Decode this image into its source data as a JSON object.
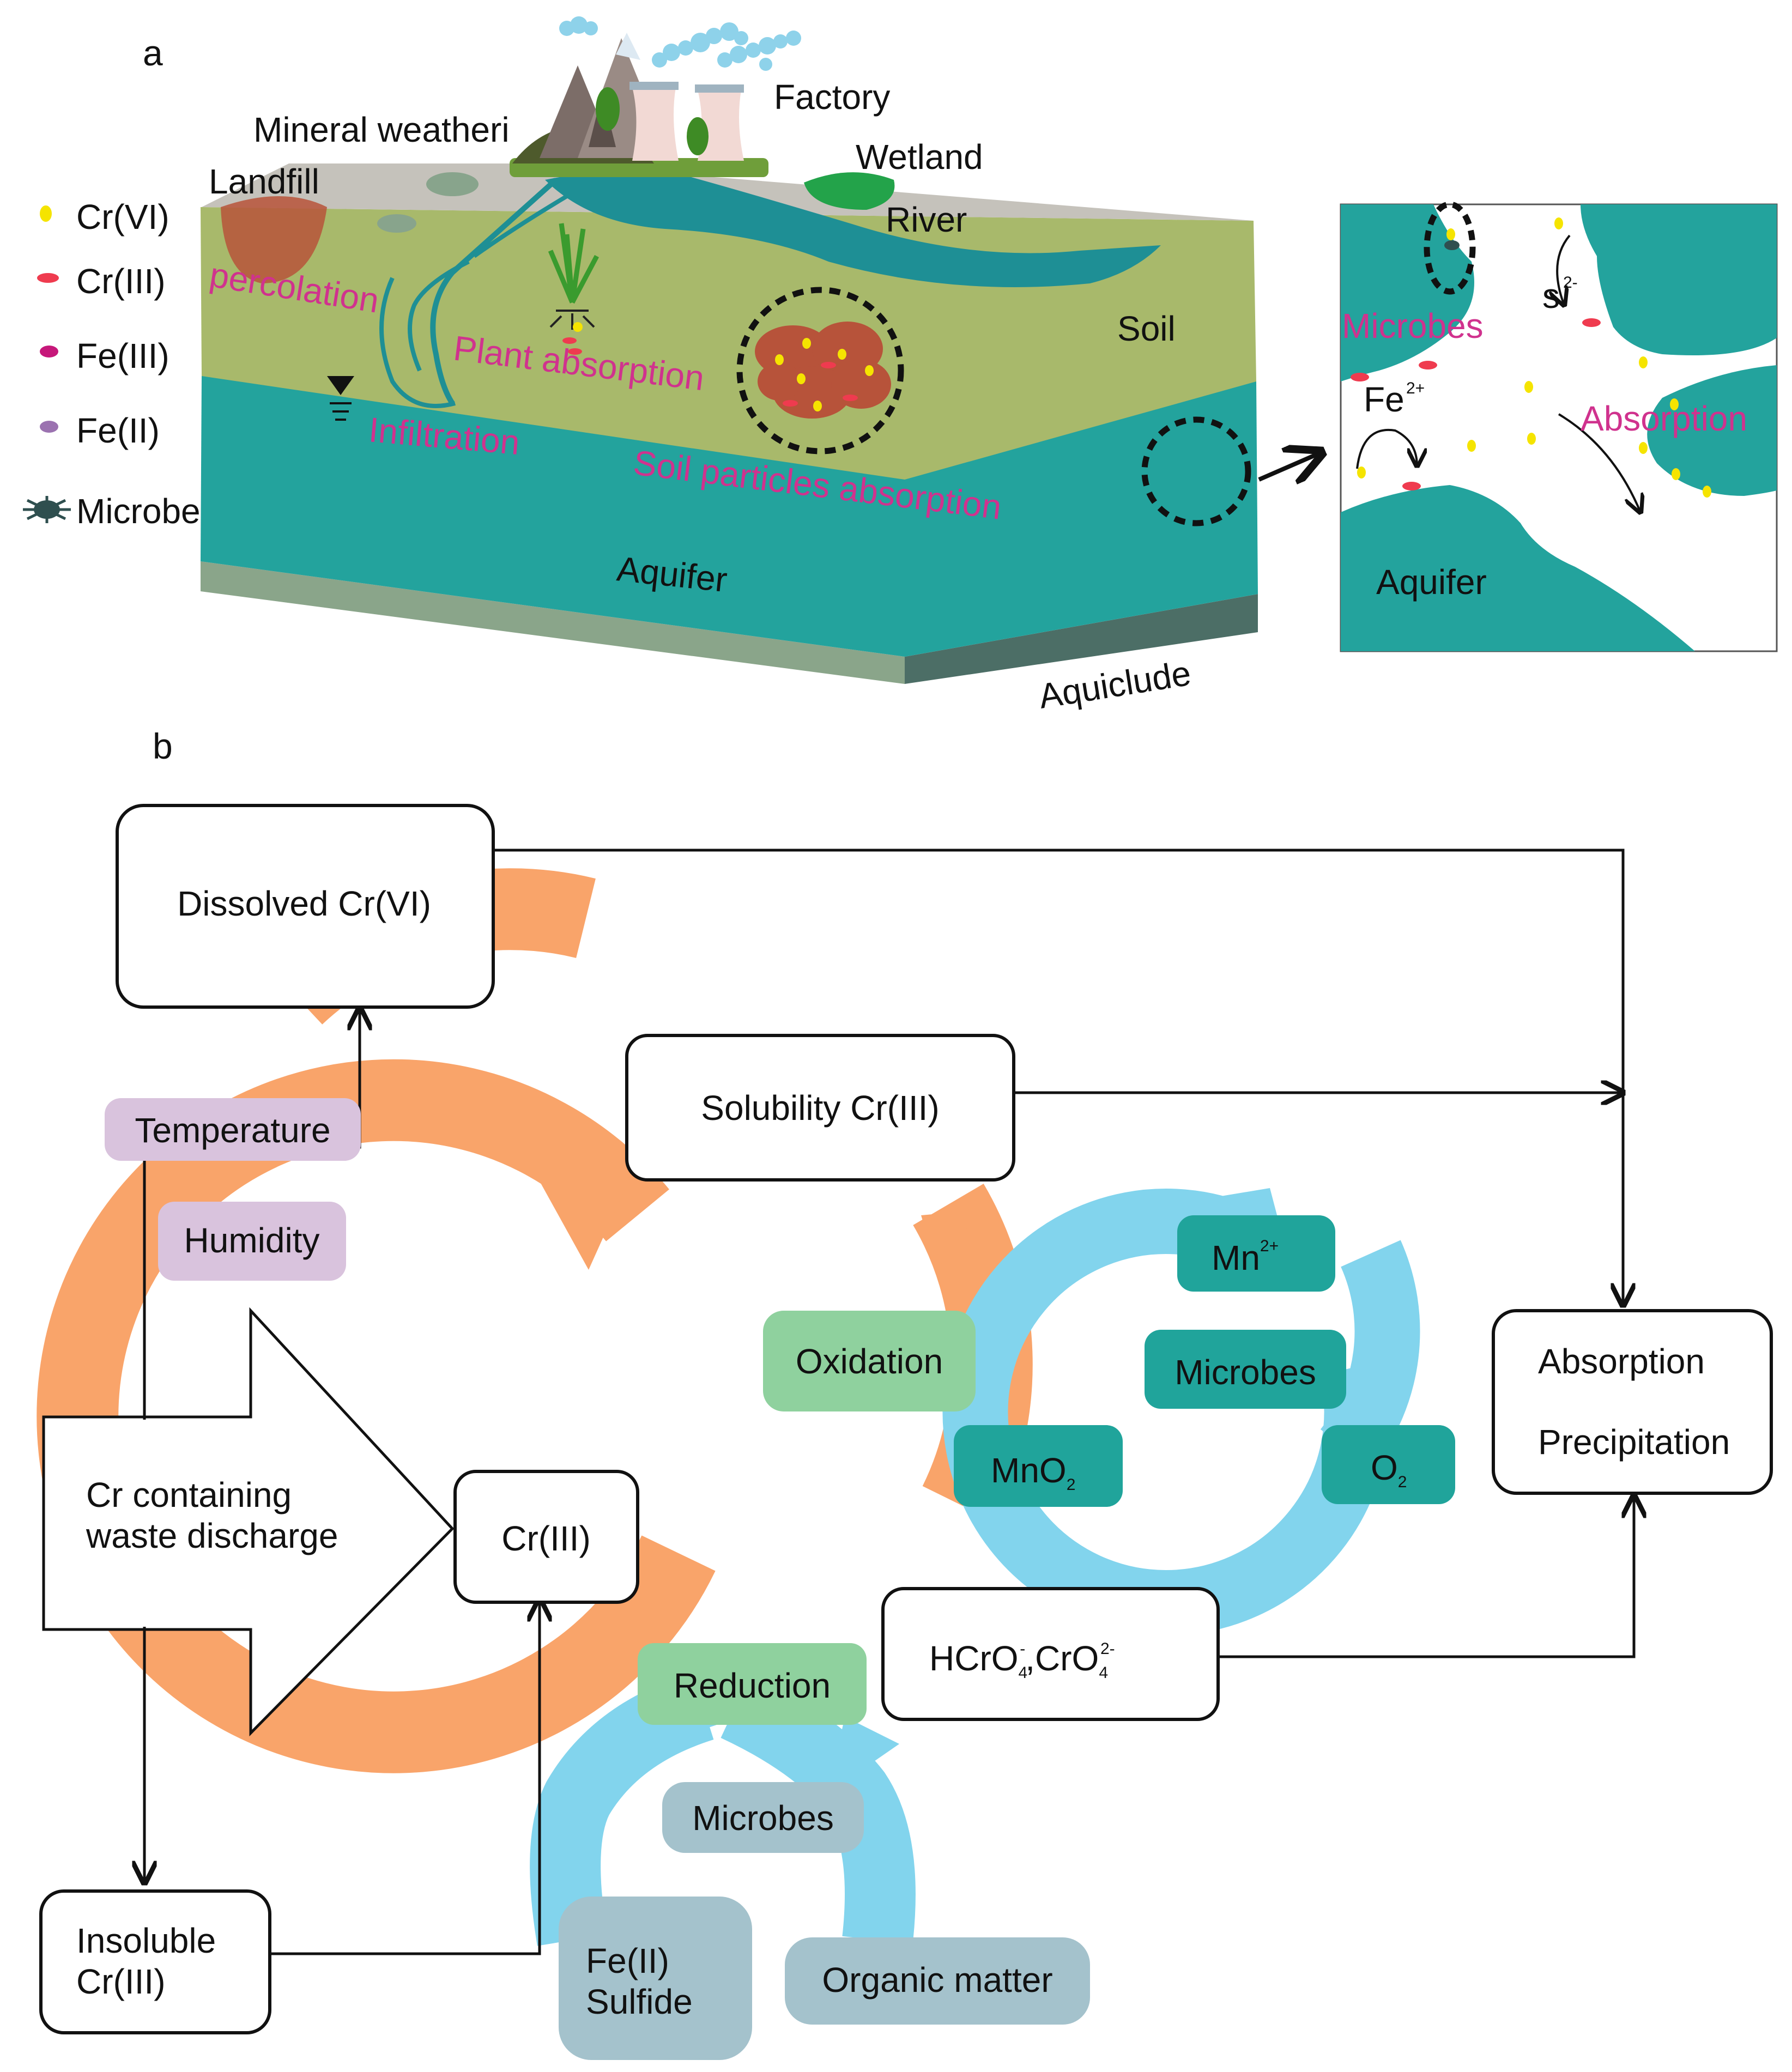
{
  "panel_a": {
    "letter": "a",
    "legend": [
      {
        "label": "Cr(VI)",
        "color": "#f5e400"
      },
      {
        "label": "Cr(III)",
        "color": "#ef3b4f"
      },
      {
        "label": "Fe(III)",
        "color": "#c6187a"
      },
      {
        "label": "Fe(II)",
        "color": "#9b72b0"
      },
      {
        "label": "Microbes",
        "color": "#2f4f4f"
      }
    ],
    "labels": {
      "mineral_weathering": "Mineral weatheri",
      "factory": "Factory",
      "landfill": "Landfill",
      "wetland": "Wetland",
      "river": "River",
      "soil": "Soil",
      "aquifer": "Aquifer",
      "aquiclude": "Aquiclude",
      "percolation": "percolation",
      "plant_absorption": "Plant  absorption",
      "infiltration": "Infiltration",
      "soil_particles_absorption": "Soil  particles  absorption"
    },
    "inset": {
      "microbes": "Microbes",
      "s": "s",
      "s_sup": "2-",
      "fe": "Fe",
      "fe_sup": "2+",
      "absorption": "Absorption",
      "aquifer": "Aquifer"
    },
    "colors": {
      "soil": "#a8b96b",
      "aquifer": "#23a39d",
      "surface": "#c5c2bb",
      "pink": "#d0328e"
    }
  },
  "panel_b": {
    "letter": "b",
    "boxes": {
      "dissolved": "Dissolved Cr(VI)",
      "solubility": "Solubility Cr(III)",
      "absorption": "Absorption",
      "precipitation": "Precipitation",
      "cr3": "Cr(III)",
      "hcro4": "HCrO",
      "hcro4_sub": "4",
      "hcro4_sup": "-",
      "cro4": ",CrO",
      "cro4_sub": "4",
      "cro4_sup": "2-",
      "insoluble_1": "Insoluble",
      "insoluble_2": "Cr(III)",
      "waste_1": "Cr containing",
      "waste_2": "waste discharge"
    },
    "tags": {
      "temperature": "Temperature",
      "humidity": "Humidity",
      "oxidation": "Oxidation",
      "reduction": "Reduction",
      "mn": "Mn",
      "mn_sup": "2+",
      "microbes_top": "Microbes",
      "mno2": "MnO",
      "mno2_sub": "2",
      "o2": "O",
      "o2_sub": "2",
      "microbes_bottom": "Microbes",
      "fe_1": "Fe(II)",
      "fe_2": "Sulfide",
      "organic": "Organic matter"
    },
    "colors": {
      "purple_tag": "#d9c3dd",
      "green_tag": "#8fd19e",
      "teal_tag": "#20a49b",
      "grey_tag": "#a4c2cc",
      "orange_cycle": "#f9a46a",
      "blue_cycle": "#82d4ed"
    }
  }
}
